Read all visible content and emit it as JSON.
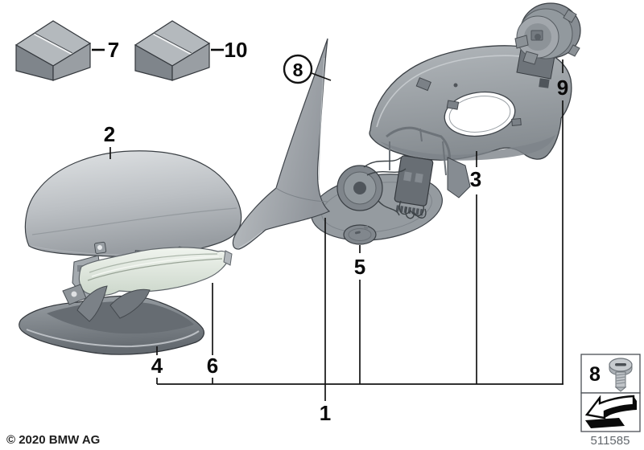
{
  "diagram": {
    "type": "exploded-parts-diagram",
    "subject": "outside-mirror-assembly"
  },
  "callouts": {
    "1": "1",
    "2": "2",
    "3": "3",
    "4": "4",
    "5": "5",
    "6": "6",
    "7": "7",
    "8": "8",
    "9": "9",
    "10": "10"
  },
  "legend": {
    "fastener_number": "8",
    "screw_icon": "hex-head-screw-icon",
    "direction_arrow_icon": "direction-of-travel-arrow-icon"
  },
  "footer": {
    "copyright": "© 2020 BMW AG",
    "drawing_number": "511585"
  },
  "colors": {
    "background": "#ffffff",
    "line_art": "#141414",
    "part_gray_light": "#d8dbde",
    "part_gray_mid": "#9aa0a5",
    "part_gray_dark": "#6b7177",
    "lens_tint": "#e5ece3",
    "label_text": "#0a0a0a",
    "document_number_text": "#63686d"
  }
}
